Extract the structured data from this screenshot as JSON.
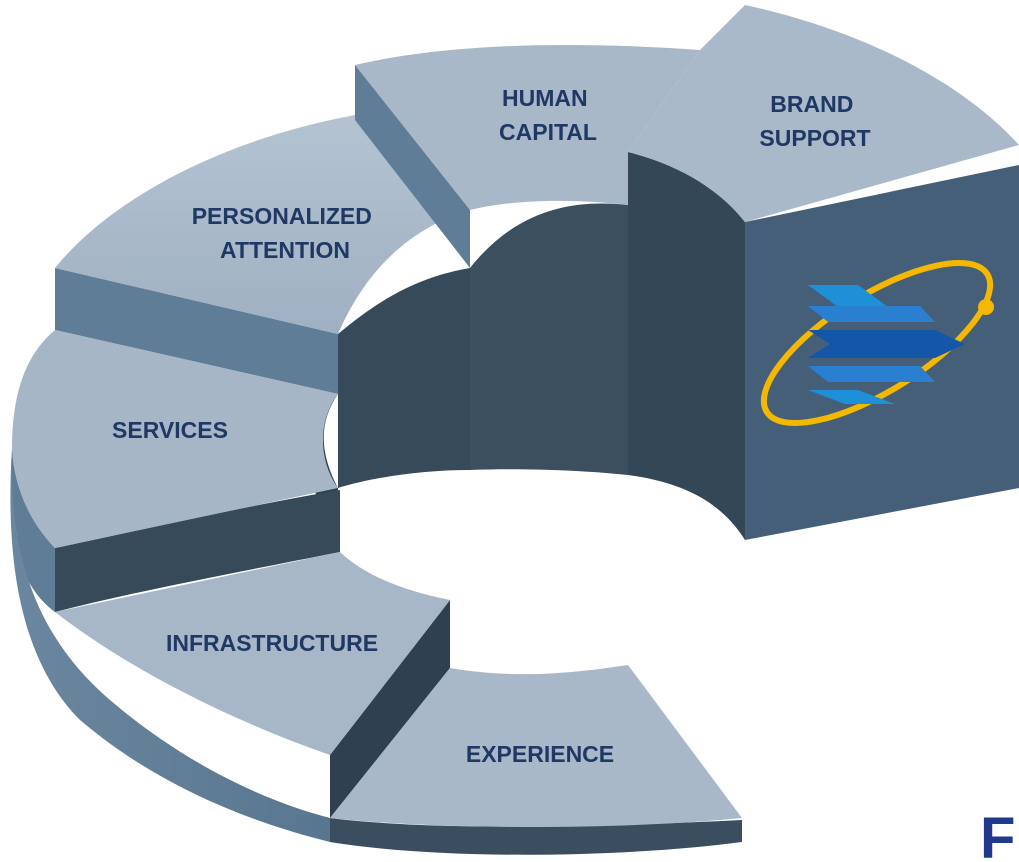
{
  "diagram": {
    "segments": [
      {
        "id": "human-capital",
        "lines": [
          "HUMAN",
          "CAPITAL"
        ]
      },
      {
        "id": "brand-support",
        "lines": [
          "BRAND",
          "SUPPORT"
        ]
      },
      {
        "id": "personalized-attention",
        "lines": [
          "PERSONALIZED",
          "ATTENTION"
        ]
      },
      {
        "id": "services",
        "lines": [
          "SERVICES"
        ]
      },
      {
        "id": "infrastructure",
        "lines": [
          "INFRASTRUCTURE"
        ]
      },
      {
        "id": "experience",
        "lines": [
          "EXPERIENCE"
        ]
      }
    ],
    "corner_text": "F"
  },
  "colors": {
    "top_face": "#a7b7c8",
    "outer_side": "#5f7d96",
    "inner_dark": "#374a5a",
    "right_face": "#455f78",
    "label_text": "#1f3864",
    "logo_blue_light": "#1e90d8",
    "logo_blue_dark": "#1457a8",
    "logo_ring": "#f5b800",
    "background": "#ffffff"
  },
  "logo": {
    "icon": "airplane-orbit-logo-icon"
  }
}
